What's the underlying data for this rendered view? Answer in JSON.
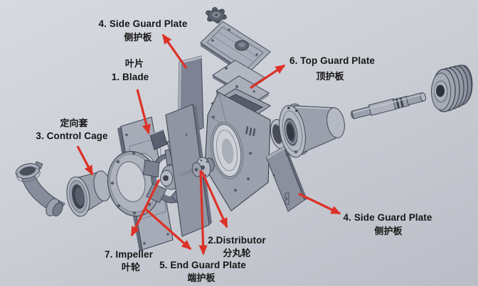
{
  "colors": {
    "background_top": "#d7dae0",
    "background_bottom": "#babdc6",
    "arrow": "#dd3127",
    "label_text": "#161616",
    "part_light": "#b4b9c3",
    "part_mid": "#999fab",
    "part_dark": "#646a77",
    "part_edge": "#434856"
  },
  "labels": {
    "side_guard_plate_top": {
      "en": "4. Side Guard Plate",
      "zh": "侧护板"
    },
    "blade": {
      "zh": "叶片",
      "en": "1. Blade"
    },
    "control_cage": {
      "zh": "定向套",
      "en": "3. Control Cage"
    },
    "top_guard_plate": {
      "en": "6. Top Guard Plate",
      "zh": "顶护板"
    },
    "distributor": {
      "en": "2.Distributor",
      "zh": "分丸轮"
    },
    "impeller": {
      "en": "7. Impeller",
      "zh": "叶轮"
    },
    "end_guard_plate": {
      "en": "5. End Guard Plate",
      "zh": "端护板"
    },
    "side_guard_plate_right": {
      "en": "4. Side Guard Plate",
      "zh": "侧护板"
    }
  },
  "parts": [
    "feed-spout",
    "control-cage",
    "flange-ring",
    "end-guard-plate-left",
    "blade",
    "impeller",
    "distributor-discs",
    "end-guard-plate-center",
    "housing",
    "top-guard-plate-stack",
    "side-guard-plate-top",
    "side-guard-plate-right",
    "bearing-housing",
    "drive-shaft",
    "grooved-coupling"
  ]
}
